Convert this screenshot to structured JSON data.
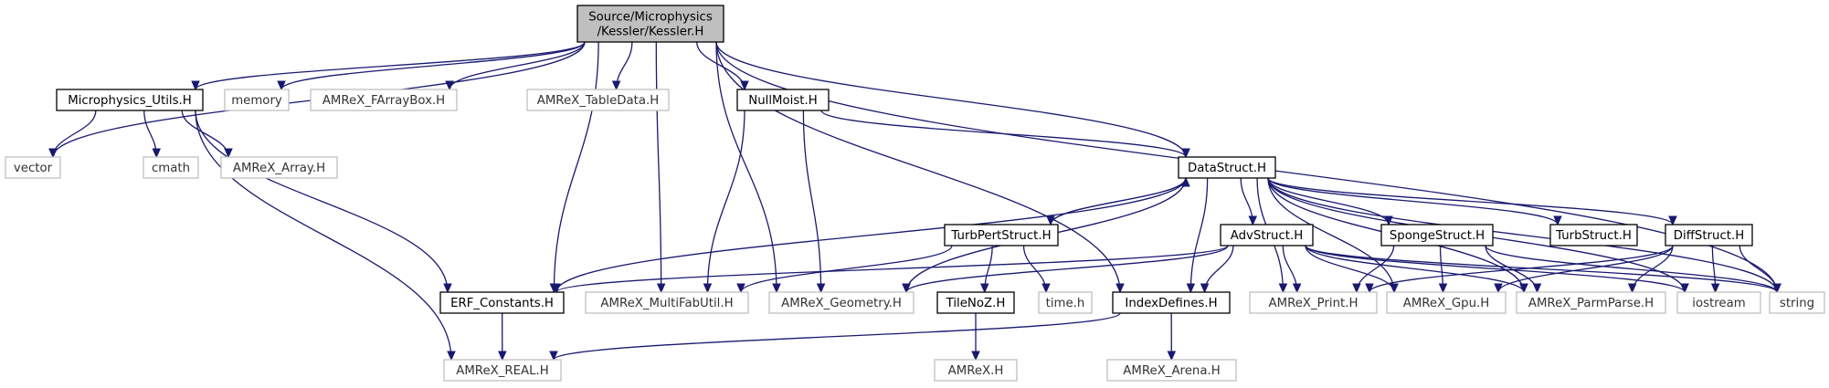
{
  "graph": {
    "nodes": [
      {
        "id": "root",
        "lines": [
          "Source/Microphysics",
          "/Kessler/Kessler.H"
        ],
        "style": "root"
      },
      {
        "id": "microphysics_utils",
        "lines": [
          "Microphysics_Utils.H"
        ],
        "style": "doc"
      },
      {
        "id": "memory",
        "lines": [
          "memory"
        ],
        "style": "sys"
      },
      {
        "id": "farraybox",
        "lines": [
          "AMReX_FArrayBox.H"
        ],
        "style": "sys"
      },
      {
        "id": "tabledata",
        "lines": [
          "AMReX_TableData.H"
        ],
        "style": "sys"
      },
      {
        "id": "nullmoist",
        "lines": [
          "NullMoist.H"
        ],
        "style": "doc"
      },
      {
        "id": "vector",
        "lines": [
          "vector"
        ],
        "style": "sys"
      },
      {
        "id": "cmath",
        "lines": [
          "cmath"
        ],
        "style": "sys"
      },
      {
        "id": "amrex_array",
        "lines": [
          "AMReX_Array.H"
        ],
        "style": "sys"
      },
      {
        "id": "datastruct",
        "lines": [
          "DataStruct.H"
        ],
        "style": "doc"
      },
      {
        "id": "turbpertstruct",
        "lines": [
          "TurbPertStruct.H"
        ],
        "style": "doc"
      },
      {
        "id": "advstruct",
        "lines": [
          "AdvStruct.H"
        ],
        "style": "doc"
      },
      {
        "id": "spongestruct",
        "lines": [
          "SpongeStruct.H"
        ],
        "style": "doc"
      },
      {
        "id": "turbstruct",
        "lines": [
          "TurbStruct.H"
        ],
        "style": "doc"
      },
      {
        "id": "diffstruct",
        "lines": [
          "DiffStruct.H"
        ],
        "style": "doc"
      },
      {
        "id": "erf_constants",
        "lines": [
          "ERF_Constants.H"
        ],
        "style": "doc"
      },
      {
        "id": "multifabutil",
        "lines": [
          "AMReX_MultiFabUtil.H"
        ],
        "style": "sys"
      },
      {
        "id": "geometry",
        "lines": [
          "AMReX_Geometry.H"
        ],
        "style": "sys"
      },
      {
        "id": "tilenoz",
        "lines": [
          "TileNoZ.H"
        ],
        "style": "doc"
      },
      {
        "id": "time",
        "lines": [
          "time.h"
        ],
        "style": "sys"
      },
      {
        "id": "indexdefines",
        "lines": [
          "IndexDefines.H"
        ],
        "style": "doc"
      },
      {
        "id": "print",
        "lines": [
          "AMReX_Print.H"
        ],
        "style": "sys"
      },
      {
        "id": "gpu",
        "lines": [
          "AMReX_Gpu.H"
        ],
        "style": "sys"
      },
      {
        "id": "parmparse",
        "lines": [
          "AMReX_ParmParse.H"
        ],
        "style": "sys"
      },
      {
        "id": "iostream",
        "lines": [
          "iostream"
        ],
        "style": "sys"
      },
      {
        "id": "string",
        "lines": [
          "string"
        ],
        "style": "sys"
      },
      {
        "id": "amrex_real",
        "lines": [
          "AMReX_REAL.H"
        ],
        "style": "sys"
      },
      {
        "id": "amrex",
        "lines": [
          "AMReX.H"
        ],
        "style": "sys"
      },
      {
        "id": "amrex_arena",
        "lines": [
          "AMReX_Arena.H"
        ],
        "style": "sys"
      }
    ],
    "edges": [
      [
        "root",
        "vector"
      ],
      [
        "root",
        "microphysics_utils"
      ],
      [
        "root",
        "memory"
      ],
      [
        "root",
        "farraybox"
      ],
      [
        "root",
        "tabledata"
      ],
      [
        "root",
        "nullmoist"
      ],
      [
        "root",
        "erf_constants"
      ],
      [
        "root",
        "multifabutil"
      ],
      [
        "root",
        "geometry"
      ],
      [
        "root",
        "indexdefines"
      ],
      [
        "root",
        "datastruct"
      ],
      [
        "root",
        "string"
      ],
      [
        "microphysics_utils",
        "vector"
      ],
      [
        "microphysics_utils",
        "cmath"
      ],
      [
        "microphysics_utils",
        "amrex_array"
      ],
      [
        "microphysics_utils",
        "amrex_real"
      ],
      [
        "microphysics_utils",
        "erf_constants"
      ],
      [
        "nullmoist",
        "datastruct"
      ],
      [
        "nullmoist",
        "multifabutil"
      ],
      [
        "nullmoist",
        "geometry"
      ],
      [
        "datastruct",
        "erf_constants"
      ],
      [
        "datastruct",
        "geometry"
      ],
      [
        "datastruct",
        "turbpertstruct"
      ],
      [
        "datastruct",
        "advstruct"
      ],
      [
        "datastruct",
        "spongestruct"
      ],
      [
        "datastruct",
        "turbstruct"
      ],
      [
        "datastruct",
        "diffstruct"
      ],
      [
        "datastruct",
        "indexdefines"
      ],
      [
        "datastruct",
        "print"
      ],
      [
        "datastruct",
        "gpu"
      ],
      [
        "datastruct",
        "parmparse"
      ],
      [
        "datastruct",
        "iostream"
      ],
      [
        "datastruct",
        "string"
      ],
      [
        "turbpertstruct",
        "datastruct"
      ],
      [
        "turbpertstruct",
        "multifabutil"
      ],
      [
        "turbpertstruct",
        "tilenoz"
      ],
      [
        "turbpertstruct",
        "time"
      ],
      [
        "advstruct",
        "erf_constants"
      ],
      [
        "advstruct",
        "geometry"
      ],
      [
        "advstruct",
        "indexdefines"
      ],
      [
        "advstruct",
        "print"
      ],
      [
        "advstruct",
        "gpu"
      ],
      [
        "advstruct",
        "parmparse"
      ],
      [
        "advstruct",
        "iostream"
      ],
      [
        "advstruct",
        "string"
      ],
      [
        "spongestruct",
        "print"
      ],
      [
        "spongestruct",
        "gpu"
      ],
      [
        "spongestruct",
        "parmparse"
      ],
      [
        "spongestruct",
        "string"
      ],
      [
        "diffstruct",
        "print"
      ],
      [
        "diffstruct",
        "gpu"
      ],
      [
        "diffstruct",
        "parmparse"
      ],
      [
        "diffstruct",
        "iostream"
      ],
      [
        "diffstruct",
        "string"
      ],
      [
        "erf_constants",
        "amrex_real"
      ],
      [
        "tilenoz",
        "amrex"
      ],
      [
        "indexdefines",
        "amrex_real"
      ],
      [
        "indexdefines",
        "amrex_arena"
      ]
    ]
  },
  "colors": {
    "edge": "#191970",
    "root_fill": "#bfbfbf",
    "doc_border": "#000000",
    "sys_border": "#bfbfbf"
  }
}
